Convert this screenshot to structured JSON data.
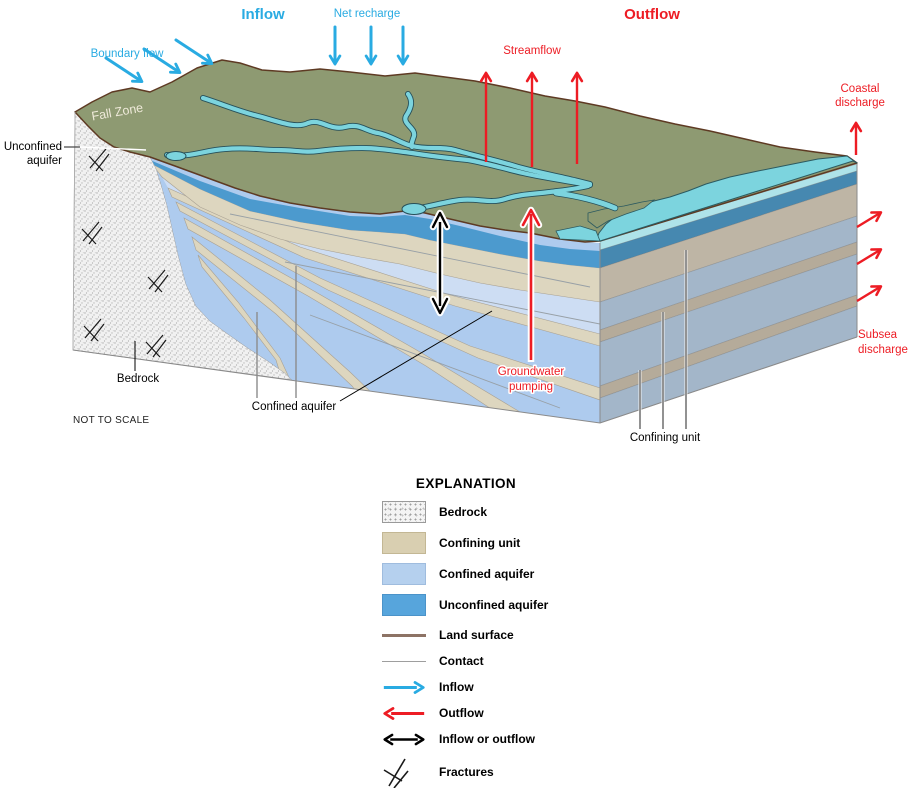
{
  "diagram": {
    "headers": {
      "inflow": "Inflow",
      "outflow": "Outflow"
    },
    "flows": {
      "boundary_flow": "Boundary flow",
      "net_recharge": "Net recharge",
      "streamflow": "Streamflow",
      "coastal_discharge": [
        "Coastal",
        "discharge"
      ],
      "subsea_discharge": [
        "Subsea",
        "discharge"
      ],
      "groundwater_pumping": [
        "Groundwater",
        "pumping"
      ]
    },
    "units": {
      "fall_zone": "Fall Zone",
      "unconfined_aquifer": [
        "Unconfined",
        "aquifer"
      ],
      "bedrock": "Bedrock",
      "confined_aquifer": "Confined aquifer",
      "confining_unit": "Confining unit"
    },
    "not_to_scale": "NOT TO SCALE"
  },
  "legend": {
    "title": "EXPLANATION",
    "items": [
      {
        "kind": "bedrock",
        "label": "Bedrock"
      },
      {
        "kind": "confining",
        "label": "Confining unit"
      },
      {
        "kind": "confined",
        "label": "Confined aquifer"
      },
      {
        "kind": "unconfined",
        "label": "Unconfined aquifer"
      },
      {
        "kind": "land-surface",
        "label": "Land surface"
      },
      {
        "kind": "contact",
        "label": "Contact"
      },
      {
        "kind": "inflow",
        "label": "Inflow"
      },
      {
        "kind": "outflow",
        "label": "Outflow"
      },
      {
        "kind": "inflow-outflow",
        "label": "Inflow or outflow"
      },
      {
        "kind": "fractures",
        "label": "Fractures"
      }
    ]
  },
  "colors": {
    "inflow_cyan": "#29abe2",
    "outflow_red": "#ed1c24",
    "terrain_green": "#8e9a72",
    "land_surface_brown": "#5e3a23",
    "river_cyan": "#7cd4de",
    "unconfined_blue": "#4c9ace",
    "confined_blue": "#aecbee",
    "confining_tan": "#ddd6bf",
    "bedrock_gray": "#f0f0f0",
    "right_face_blue_gray": "#a3b6c9",
    "right_face_tan": "#beb5a5"
  }
}
